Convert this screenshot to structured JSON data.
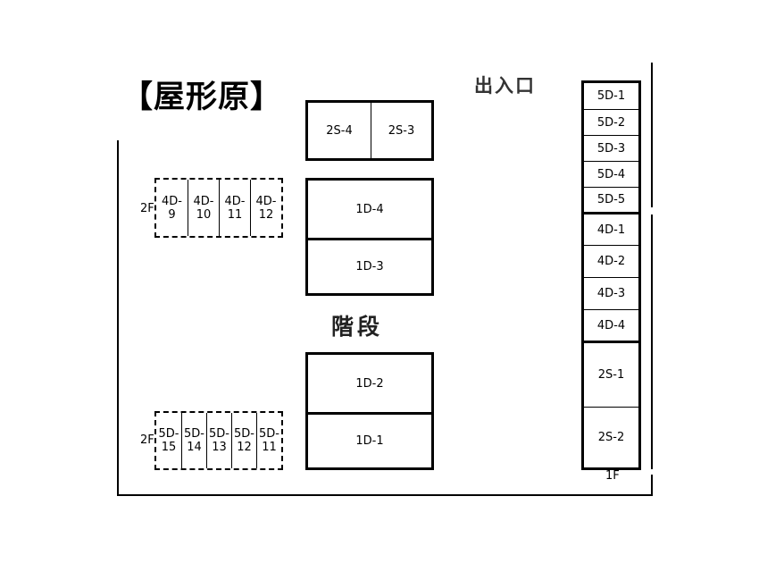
{
  "title": "【屋形原】",
  "entrance_label": "出入口",
  "stairs_label": "階段",
  "floor_labels": {
    "upper_left_top": "2F",
    "upper_left_bottom": "2F",
    "ground_right": "1F"
  },
  "top_pair": {
    "left": "2S-4",
    "right": "2S-3"
  },
  "center_blocks": {
    "b1": "1D-4",
    "b2": "1D-3",
    "b3": "1D-2",
    "b4": "1D-1"
  },
  "upper_2f_row": [
    "4D-\n9",
    "4D-\n10",
    "4D-\n11",
    "4D-\n12"
  ],
  "lower_2f_row": [
    "5D-\n15",
    "5D-\n14",
    "5D-\n13",
    "5D-\n12",
    "5D-\n11"
  ],
  "right_column": {
    "group_5d": [
      "5D-1",
      "5D-2",
      "5D-3",
      "5D-4",
      "5D-5"
    ],
    "group_4d": [
      "4D-1",
      "4D-2",
      "4D-3",
      "4D-4"
    ],
    "group_2s": [
      "2S-1",
      "2S-2"
    ]
  }
}
